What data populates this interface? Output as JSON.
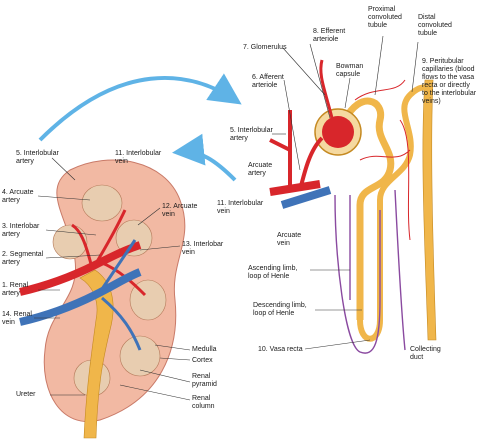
{
  "labels": {
    "interlobular_artery_left": "5. Interlobular\nartery",
    "arcuate_artery_left": "4. Arcuate\nartery",
    "interlobar_artery": "3. Interlobar\nartery",
    "segmental_artery": "2. Segmental\nartery",
    "renal_artery": "1. Renal\nartery",
    "renal_vein": "14. Renal\nvein",
    "ureter": "Ureter",
    "interlobular_vein_top": "11. Interlobular\nvein",
    "arcuate_vein_left": "12. Arcuate\nvein",
    "interlobar_vein": "13. Interlobar\nvein",
    "medulla": "Medulla",
    "cortex": "Cortex",
    "renal_pyramid": "Renal\npyramid",
    "renal_column": "Renal\ncolumn",
    "efferent_arteriole": "8. Efferent\narteriole",
    "glomerulus": "7. Glomerulus",
    "afferent_arteriole": "6. Afferent\narteriole",
    "interlobular_artery_right": "5. Interlobular\nartery",
    "arcuate_artery_right": "Arcuate\nartery",
    "interlobular_vein_right": "11. Interlobular\nvein",
    "arcuate_vein_right": "Arcuate\nvein",
    "bowman_capsule": "Bowman\ncapsule",
    "proximal_tubule": "Proximal\nconvoluted\ntubule",
    "distal_tubule": "Distal\nconvoluted\ntubule",
    "peritubular": "9. Peritubular\ncapillaries (blood\nflows to the vasa\nrecta or directly\nto the interlobular\nveins)",
    "ascending_limb": "Ascending limb,\nloop of Henle",
    "descending_limb": "Descending limb,\nloop of Henle",
    "vasa_recta": "10. Vasa recta",
    "collecting_duct": "Collecting\nduct"
  },
  "colors": {
    "artery": "#d8262b",
    "vein": "#3f73b8",
    "tubule": "#f0b64a",
    "cortex": "#f2b9a3",
    "medulla": "#e8cdb0",
    "arrow": "#5fb3e6"
  }
}
